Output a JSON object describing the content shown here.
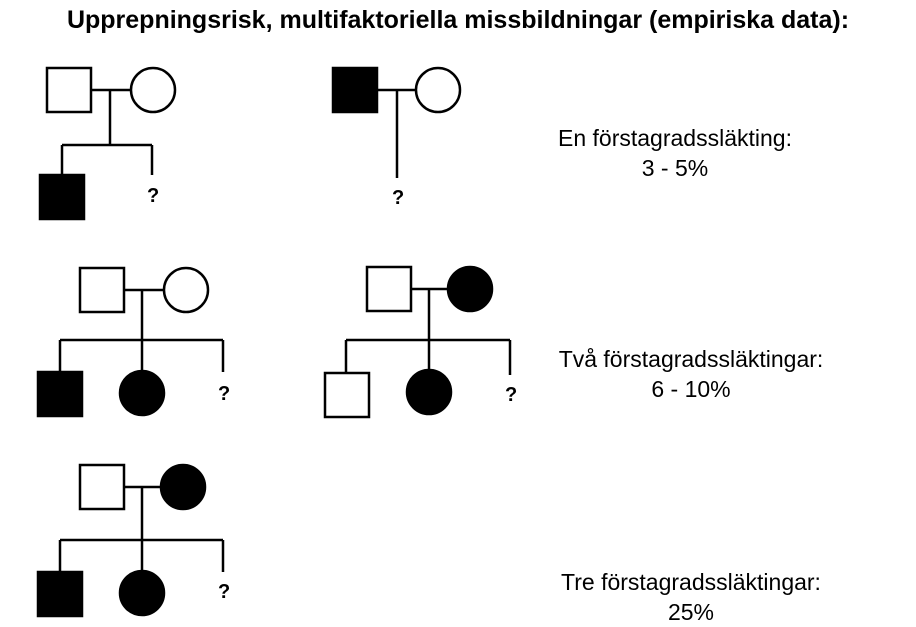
{
  "title": "Upprepningsrisk, multifaktoriella missbildningar (empiriska data):",
  "question_mark": "?",
  "colors": {
    "affected": "#000000",
    "unaffected": "#ffffff",
    "line": "#000000"
  },
  "risks": [
    {
      "label": "En förstagradssläkting:",
      "value": "3 - 5%"
    },
    {
      "label": "Två förstagradssläktingar:",
      "value": "6 - 10%"
    },
    {
      "label": "Tre förstagradssläktingar:",
      "value": "25%"
    }
  ],
  "pedigrees": [
    {
      "father": "unaffected",
      "mother": "unaffected",
      "children": [
        "male-affected",
        "unknown"
      ]
    },
    {
      "father": "affected",
      "mother": "unaffected",
      "children": [
        "unknown"
      ]
    },
    {
      "father": "unaffected",
      "mother": "unaffected",
      "children": [
        "male-affected",
        "female-affected",
        "unknown"
      ]
    },
    {
      "father": "unaffected",
      "mother": "affected",
      "children": [
        "male-unaffected",
        "female-affected",
        "unknown"
      ]
    },
    {
      "father": "unaffected",
      "mother": "affected",
      "children": [
        "male-affected",
        "female-affected",
        "unknown"
      ]
    }
  ]
}
